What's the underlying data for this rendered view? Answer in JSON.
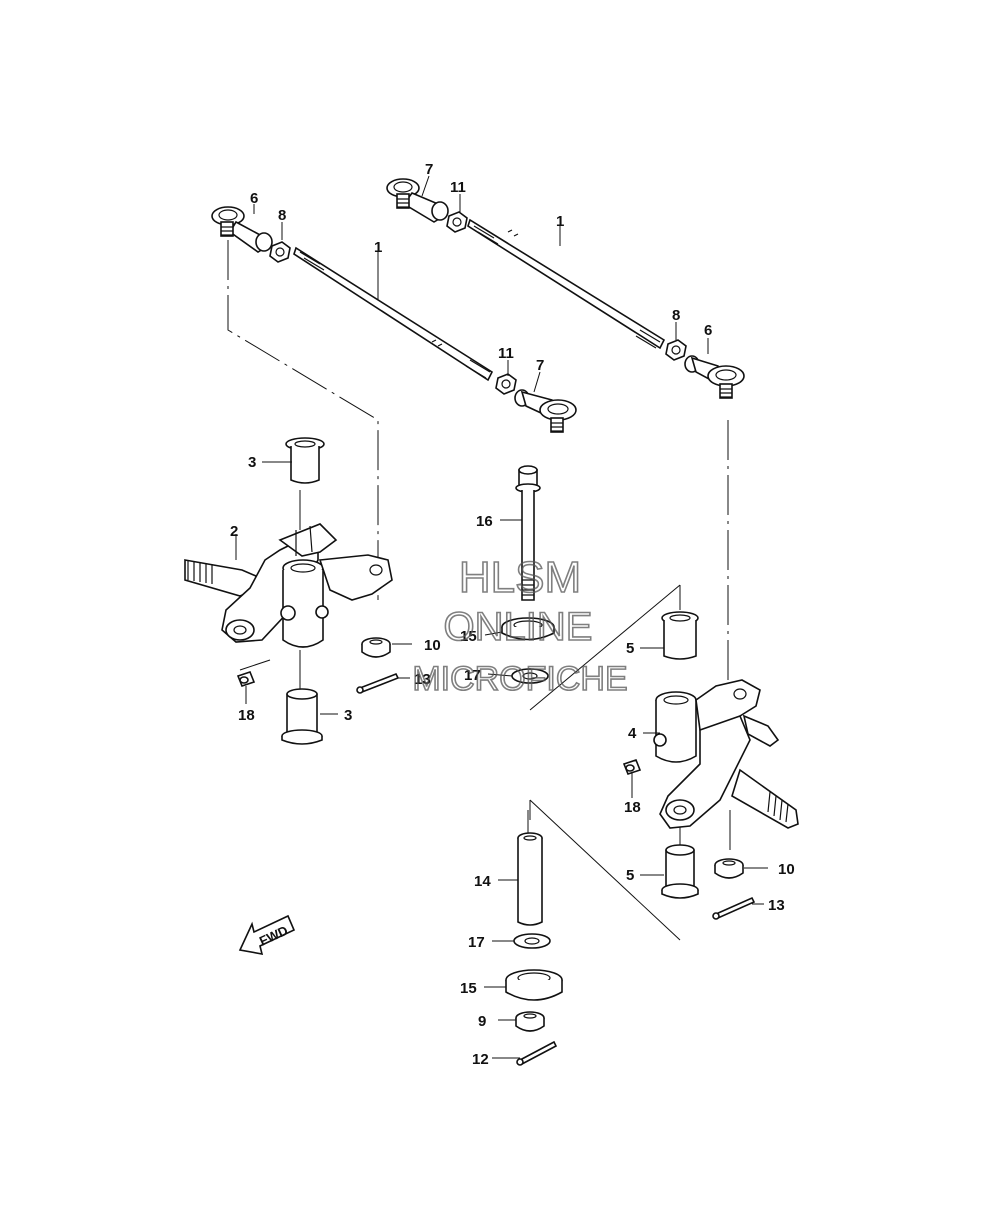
{
  "watermark": {
    "line1": "HLSM",
    "line2": "ONLINE",
    "line3": "MICROFICHE"
  },
  "fwd_label": "FWD",
  "callouts": [
    {
      "id": "c1a",
      "text": "1"
    },
    {
      "id": "c1b",
      "text": "1"
    },
    {
      "id": "c2",
      "text": "2"
    },
    {
      "id": "c3a",
      "text": "3"
    },
    {
      "id": "c3b",
      "text": "3"
    },
    {
      "id": "c4",
      "text": "4"
    },
    {
      "id": "c5a",
      "text": "5"
    },
    {
      "id": "c5b",
      "text": "5"
    },
    {
      "id": "c6a",
      "text": "6"
    },
    {
      "id": "c6b",
      "text": "6"
    },
    {
      "id": "c7a",
      "text": "7"
    },
    {
      "id": "c7b",
      "text": "7"
    },
    {
      "id": "c8a",
      "text": "8"
    },
    {
      "id": "c8b",
      "text": "8"
    },
    {
      "id": "c9",
      "text": "9"
    },
    {
      "id": "c10a",
      "text": "10"
    },
    {
      "id": "c10b",
      "text": "10"
    },
    {
      "id": "c11a",
      "text": "11"
    },
    {
      "id": "c11b",
      "text": "11"
    },
    {
      "id": "c12",
      "text": "12"
    },
    {
      "id": "c13a",
      "text": "13"
    },
    {
      "id": "c13b",
      "text": "13"
    },
    {
      "id": "c14",
      "text": "14"
    },
    {
      "id": "c15a",
      "text": "15"
    },
    {
      "id": "c15b",
      "text": "15"
    },
    {
      "id": "c16",
      "text": "16"
    },
    {
      "id": "c17a",
      "text": "17"
    },
    {
      "id": "c17b",
      "text": "17"
    },
    {
      "id": "c18a",
      "text": "18"
    },
    {
      "id": "c18b",
      "text": "18"
    }
  ]
}
